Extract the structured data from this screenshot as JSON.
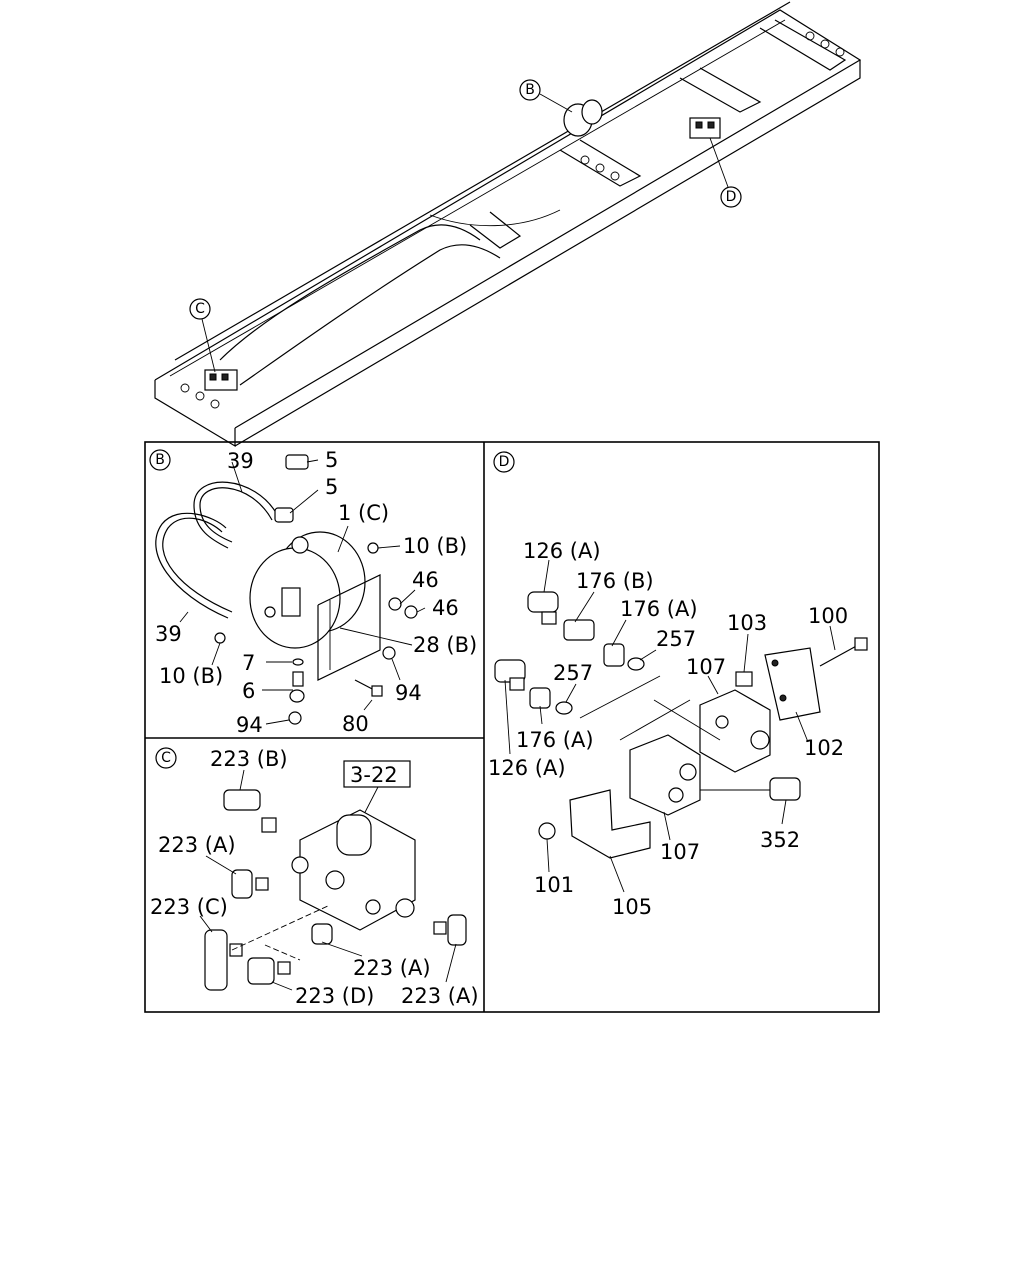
{
  "overview": {
    "callouts": [
      "B",
      "D",
      "C"
    ]
  },
  "panel_b": {
    "tag": "B",
    "labels": [
      "39",
      "5",
      "5",
      "1 (C)",
      "10 (B)",
      "46",
      "46",
      "28 (B)",
      "39",
      "10 (B)",
      "7",
      "6",
      "94",
      "94",
      "80"
    ]
  },
  "panel_c": {
    "tag": "C",
    "ref_box": "3-22",
    "labels": [
      "223 (B)",
      "223 (A)",
      "223 (C)",
      "223 (A)",
      "223 (D)",
      "223 (A)"
    ]
  },
  "panel_d": {
    "tag": "D",
    "labels": [
      "126 (A)",
      "176 (B)",
      "176 (A)",
      "257",
      "103",
      "100",
      "257",
      "107",
      "176 (A)",
      "126 (A)",
      "102",
      "352",
      "107",
      "101",
      "105"
    ]
  }
}
